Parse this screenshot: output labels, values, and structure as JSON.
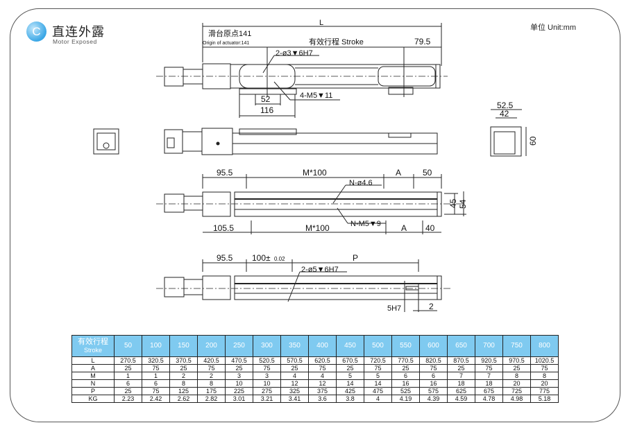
{
  "header": {
    "logo_letter": "C",
    "title": "直连外露",
    "subtitle": "Motor Exposed",
    "unit": "单位 Unit:mm"
  },
  "drawing": {
    "top_view": {
      "L": "L",
      "origin_cn": "滑台原点141",
      "origin_en": "Origin of actuator:141",
      "stroke": "有效行程 Stroke",
      "end": "79.5",
      "pin_hole": "2-ø3▼6H7",
      "tap": "4-M5▼11",
      "d52": "52",
      "d116": "116"
    },
    "end_view": {
      "w1": "52.5",
      "w2": "42",
      "h": "60"
    },
    "bottom_view": {
      "d95": "95.5",
      "m100_top": "M*100",
      "a_top": "A",
      "d50": "50",
      "hole": "N-ø4.6",
      "d45": "45",
      "d54": "54",
      "d105": "105.5",
      "m100_bottom": "M*100",
      "tap": "N-M5▼9",
      "a_bottom": "A",
      "d40": "40"
    },
    "pin_view": {
      "d95": "95.5",
      "d100": "100±",
      "tol": "0.02",
      "p": "P",
      "pin": "2-ø5▼6H7",
      "slot": "5H7",
      "d2": "2"
    }
  },
  "table": {
    "header_cn": "有效行程",
    "header_en": "Stroke",
    "strokes": [
      "50",
      "100",
      "150",
      "200",
      "250",
      "300",
      "350",
      "400",
      "450",
      "500",
      "550",
      "600",
      "650",
      "700",
      "750",
      "800"
    ],
    "rows": [
      {
        "label": "L",
        "values": [
          "270.5",
          "320.5",
          "370.5",
          "420.5",
          "470.5",
          "520.5",
          "570.5",
          "620.5",
          "670.5",
          "720.5",
          "770.5",
          "820.5",
          "870.5",
          "920.5",
          "970.5",
          "1020.5"
        ]
      },
      {
        "label": "A",
        "values": [
          "25",
          "75",
          "25",
          "75",
          "25",
          "75",
          "25",
          "75",
          "25",
          "75",
          "25",
          "75",
          "25",
          "75",
          "25",
          "75"
        ]
      },
      {
        "label": "M",
        "values": [
          "1",
          "1",
          "2",
          "2",
          "3",
          "3",
          "4",
          "4",
          "5",
          "5",
          "6",
          "6",
          "7",
          "7",
          "8",
          "8"
        ]
      },
      {
        "label": "N",
        "values": [
          "6",
          "6",
          "8",
          "8",
          "10",
          "10",
          "12",
          "12",
          "14",
          "14",
          "16",
          "16",
          "18",
          "18",
          "20",
          "20"
        ]
      },
      {
        "label": "P",
        "values": [
          "25",
          "75",
          "125",
          "175",
          "225",
          "275",
          "325",
          "375",
          "425",
          "475",
          "525",
          "575",
          "625",
          "675",
          "725",
          "775"
        ]
      },
      {
        "label": "KG",
        "values": [
          "2.23",
          "2.42",
          "2.62",
          "2.82",
          "3.01",
          "3.21",
          "3.41",
          "3.6",
          "3.8",
          "4",
          "4.19",
          "4.39",
          "4.59",
          "4.78",
          "4.98",
          "5.18"
        ]
      }
    ]
  }
}
